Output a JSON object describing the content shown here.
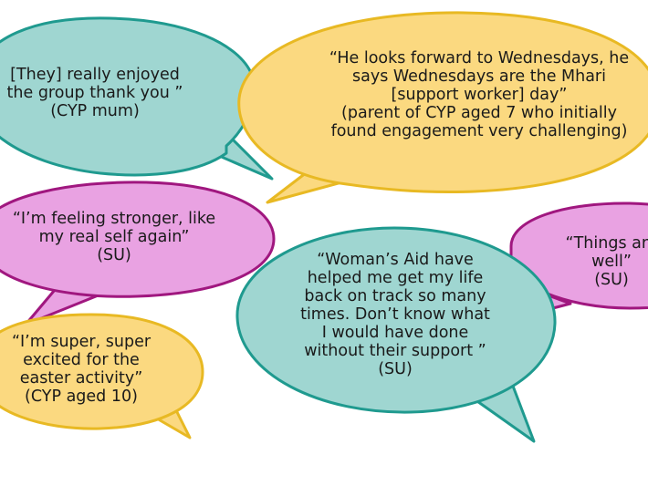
{
  "colors": {
    "teal_fill": "#9fd6d1",
    "teal_stroke": "#1f9a8f",
    "yellow_fill": "#fbd980",
    "yellow_stroke": "#e8b923",
    "pink_fill": "#e9a2e2",
    "pink_stroke": "#a0177f"
  },
  "quotes": [
    {
      "id": "cyp-mum",
      "lines": [
        "[They] really enjoyed",
        "the group thank you ”",
        "(CYP mum)"
      ]
    },
    {
      "id": "wednesdays",
      "lines": [
        "“He looks forward to Wednesdays, he",
        "says Wednesdays are the Mhari",
        "[support worker] day”",
        "(parent of CYP aged 7 who initially",
        "found engagement very challenging)"
      ]
    },
    {
      "id": "stronger",
      "lines": [
        "“I’m feeling stronger, like",
        "my real self again”",
        "(SU)"
      ]
    },
    {
      "id": "things-well",
      "lines": [
        "“Things are",
        "well”",
        "(SU)"
      ]
    },
    {
      "id": "womans-aid",
      "lines": [
        "“Woman’s Aid have",
        "helped me get my life",
        "back on track so many",
        "times. Don’t know what",
        "I would have done",
        "without their support ”",
        "(SU)"
      ]
    },
    {
      "id": "easter",
      "lines": [
        "“I’m super, super",
        "excited for the",
        "easter activity”",
        "(CYP aged 10)"
      ]
    }
  ]
}
